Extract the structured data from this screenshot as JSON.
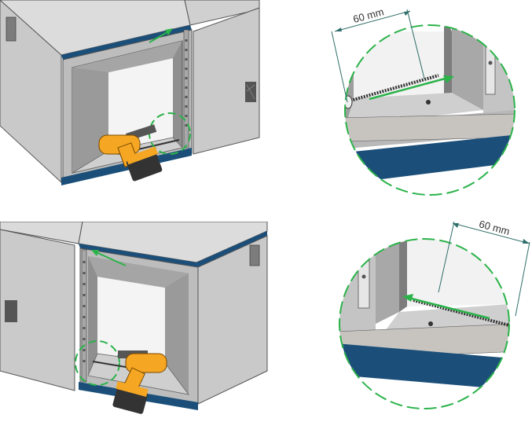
{
  "figure": {
    "step1": {
      "dimension_label": "60 mm"
    },
    "step2": {
      "dimension_label": "60 mm"
    }
  },
  "colors": {
    "panel_grey": "#d4d4d4",
    "panel_dark": "#8a8a8a",
    "trim_blue": "#1b4f79",
    "guide_green": "#2bb34a",
    "drill_orange": "#f5a623",
    "drill_dark": "#333333"
  },
  "icons": [
    "cordless-drill-icon",
    "detail-magnifier-circle",
    "insertion-arrow"
  ]
}
